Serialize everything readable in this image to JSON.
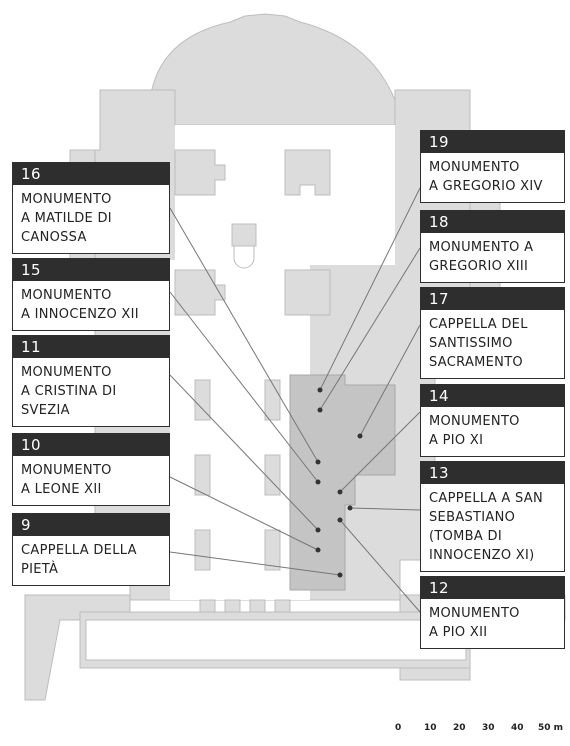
{
  "colors": {
    "plan_fill": "#dcdcdc",
    "plan_stroke": "#bdbdbd",
    "highlight_area": "#c4c4c4",
    "label_header": "#2e2e2e",
    "leader_line": "#777777"
  },
  "labels": [
    {
      "id": "16",
      "number": "16",
      "text": "MONUMENTO\nA MATILDE DI\nCANOSSA"
    },
    {
      "id": "15",
      "number": "15",
      "text": "MONUMENTO\nA INNOCENZO XII"
    },
    {
      "id": "11",
      "number": "11",
      "text": "MONUMENTO\nA CRISTINA DI\nSVEZIA"
    },
    {
      "id": "10",
      "number": "10",
      "text": "MONUMENTO\nA LEONE XII"
    },
    {
      "id": "9",
      "number": "9",
      "text": "CAPPELLA DELLA\nPIETÀ"
    },
    {
      "id": "19",
      "number": "19",
      "text": "MONUMENTO\nA GREGORIO XIV"
    },
    {
      "id": "18",
      "number": "18",
      "text": "MONUMENTO A\nGREGORIO XIII"
    },
    {
      "id": "17",
      "number": "17",
      "text": "CAPPELLA DEL\nSANTISSIMO\nSACRAMENTO"
    },
    {
      "id": "14",
      "number": "14",
      "text": "MONUMENTO\nA PIO XI"
    },
    {
      "id": "13",
      "number": "13",
      "text": "CAPPELLA A SAN\nSEBASTIANO\n(TOMBA DI\nINNOCENZO XI)"
    },
    {
      "id": "12",
      "number": "12",
      "text": "MONUMENTO\nA PIO XII"
    }
  ],
  "scale_bar": {
    "ticks": [
      "0",
      "10",
      "20",
      "30",
      "40",
      "50 m"
    ]
  }
}
